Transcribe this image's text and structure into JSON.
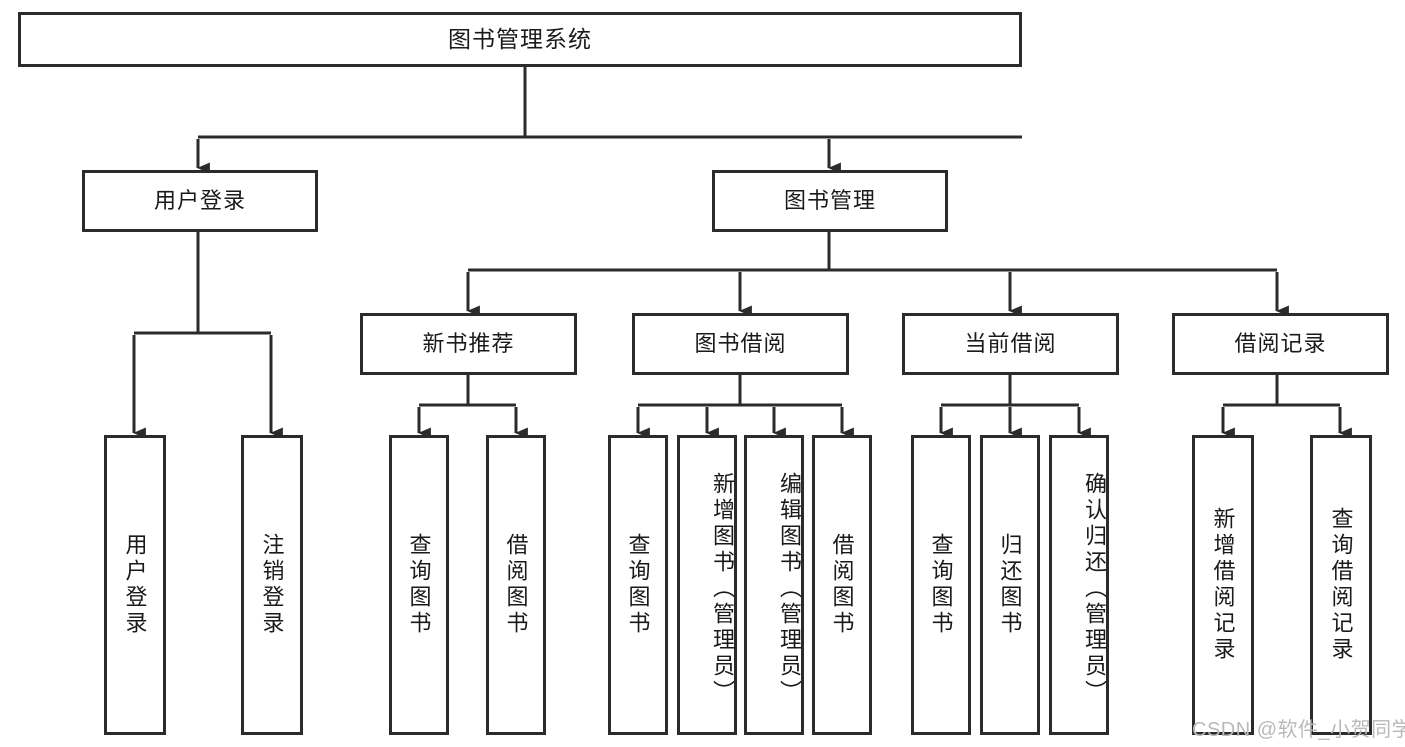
{
  "diagram": {
    "type": "tree-hierarchy-chart",
    "title": "图书管理系统",
    "colors": {
      "background": "#ffffff",
      "box_border": "#2b2b2b",
      "box_fill": "#ffffff",
      "connector": "#2b2b2b",
      "text": "#1a1a1a",
      "watermark": "#b9b9b9"
    },
    "root": {
      "label": "图书管理系统"
    },
    "level2": [
      {
        "label": "用户登录"
      },
      {
        "label": "图书管理"
      }
    ],
    "level3": [
      {
        "label": "新书推荐"
      },
      {
        "label": "图书借阅"
      },
      {
        "label": "当前借阅"
      },
      {
        "label": "借阅记录"
      }
    ],
    "leaves": {
      "user_login": [
        {
          "label": "用户登录"
        },
        {
          "label": "注销登录"
        }
      ],
      "new_book_recommend": [
        {
          "label": "查询图书"
        },
        {
          "label": "借阅图书"
        }
      ],
      "book_borrow": [
        {
          "label": "查询图书"
        },
        {
          "label": "新增图书（管理员）"
        },
        {
          "label": "编辑图书（管理员）"
        },
        {
          "label": "借阅图书"
        }
      ],
      "current_borrow": [
        {
          "label": "查询图书"
        },
        {
          "label": "归还图书"
        },
        {
          "label": "确认归还（管理员）"
        }
      ],
      "borrow_record": [
        {
          "label": "新增借阅记录"
        },
        {
          "label": "查询借阅记录"
        }
      ]
    }
  },
  "watermark": {
    "text": "CSDN @软件_小贺同学"
  }
}
